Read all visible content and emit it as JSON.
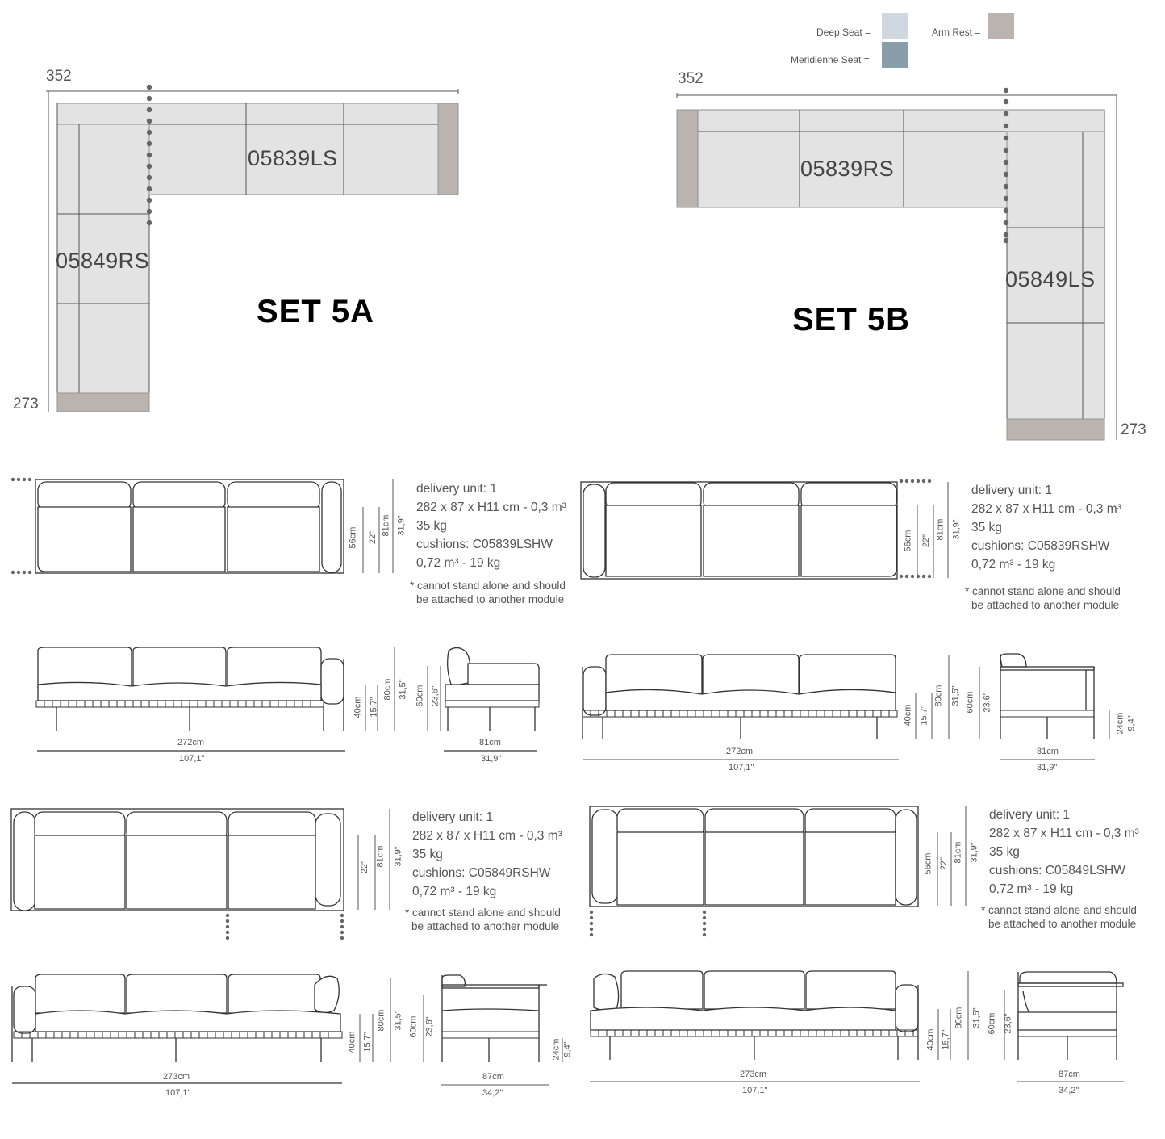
{
  "legend": {
    "deep_seat": "Deep Seat =",
    "meridienne_seat": "Meridienne Seat =",
    "arm_rest": "Arm Rest =",
    "colors": {
      "deep_seat": "#cfd8e0",
      "meridienne_seat": "#8a9ea9",
      "arm_rest": "#bab3af",
      "seat_plan": "#e3e3e3"
    }
  },
  "set_a": {
    "title": "SET 5A",
    "width": "352",
    "depth": "273",
    "module_long": "05839LS",
    "module_short": "05849RS"
  },
  "set_b": {
    "title": "SET 5B",
    "width": "352",
    "depth": "273",
    "module_long": "05839RS",
    "module_short": "05849LS"
  },
  "spec_1": {
    "delivery": "delivery unit: 1",
    "size": "282 x 87 x H11 cm - 0,3 m³",
    "weight": "35 kg",
    "cushions": "cushions: C05839LSHW",
    "cushion_vol": "0,72 m³ - 19 kg",
    "note1": "* cannot stand alone and should",
    "note2": "be attached to another module",
    "top_dims": [
      "56cm",
      "22\"",
      "81cm",
      "31,9\""
    ],
    "front_width": "272cm",
    "front_width_in": "107,1\"",
    "front_dims": [
      "40cm",
      "15,7\"",
      "80cm",
      "31,5\"",
      "60cm",
      "23,6\""
    ],
    "side_width": "81cm",
    "side_width_in": "31,9\""
  },
  "spec_2": {
    "delivery": "delivery unit: 1",
    "size": "282 x 87 x H11 cm - 0,3 m³",
    "weight": "35 kg",
    "cushions": "cushions: C05839RSHW",
    "cushion_vol": "0,72 m³ - 19 kg",
    "note1": "* cannot stand alone and should",
    "note2": "be attached to another module",
    "top_dims": [
      "56cm",
      "22\"",
      "81cm",
      "31,9\""
    ],
    "front_width": "272cm",
    "front_width_in": "107,1\"",
    "front_dims": [
      "40cm",
      "15,7\"",
      "80cm",
      "31,5\"",
      "60cm",
      "23,6\""
    ],
    "side_dims": [
      "24cm",
      "9,4\""
    ],
    "side_width": "81cm",
    "side_width_in": "31,9\""
  },
  "spec_3": {
    "delivery": "delivery unit: 1",
    "size": "282 x 87 x H11 cm - 0,3 m³",
    "weight": "35 kg",
    "cushions": "cushions: C05849RSHW",
    "cushion_vol": "0,72 m³ - 19 kg",
    "note1": "* cannot stand alone and should",
    "note2": "be attached to another module",
    "top_dims": [
      "22\"",
      "81cm",
      "31,9\""
    ],
    "front_width": "273cm",
    "front_width_in": "107,1\"",
    "front_dims": [
      "40cm",
      "15,7\"",
      "80cm",
      "31,5\"",
      "60cm",
      "23,6\""
    ],
    "side_dims": [
      "24cm",
      "9,4\""
    ],
    "side_width": "87cm",
    "side_width_in": "34,2\""
  },
  "spec_4": {
    "delivery": "delivery unit: 1",
    "size": "282 x 87 x H11 cm - 0,3 m³",
    "weight": "35 kg",
    "cushions": "cushions: C05849LSHW",
    "cushion_vol": "0,72 m³ - 19 kg",
    "note1": "* cannot stand alone and should",
    "note2": "be attached to another module",
    "top_dims": [
      "56cm",
      "22\"",
      "81cm",
      "31,9\""
    ],
    "front_width": "273cm",
    "front_width_in": "107,1\"",
    "front_dims": [
      "40cm",
      "15,7\"",
      "80cm",
      "31,5\"",
      "60cm",
      "23,6\""
    ],
    "side_width": "87cm",
    "side_width_in": "34,2\""
  }
}
